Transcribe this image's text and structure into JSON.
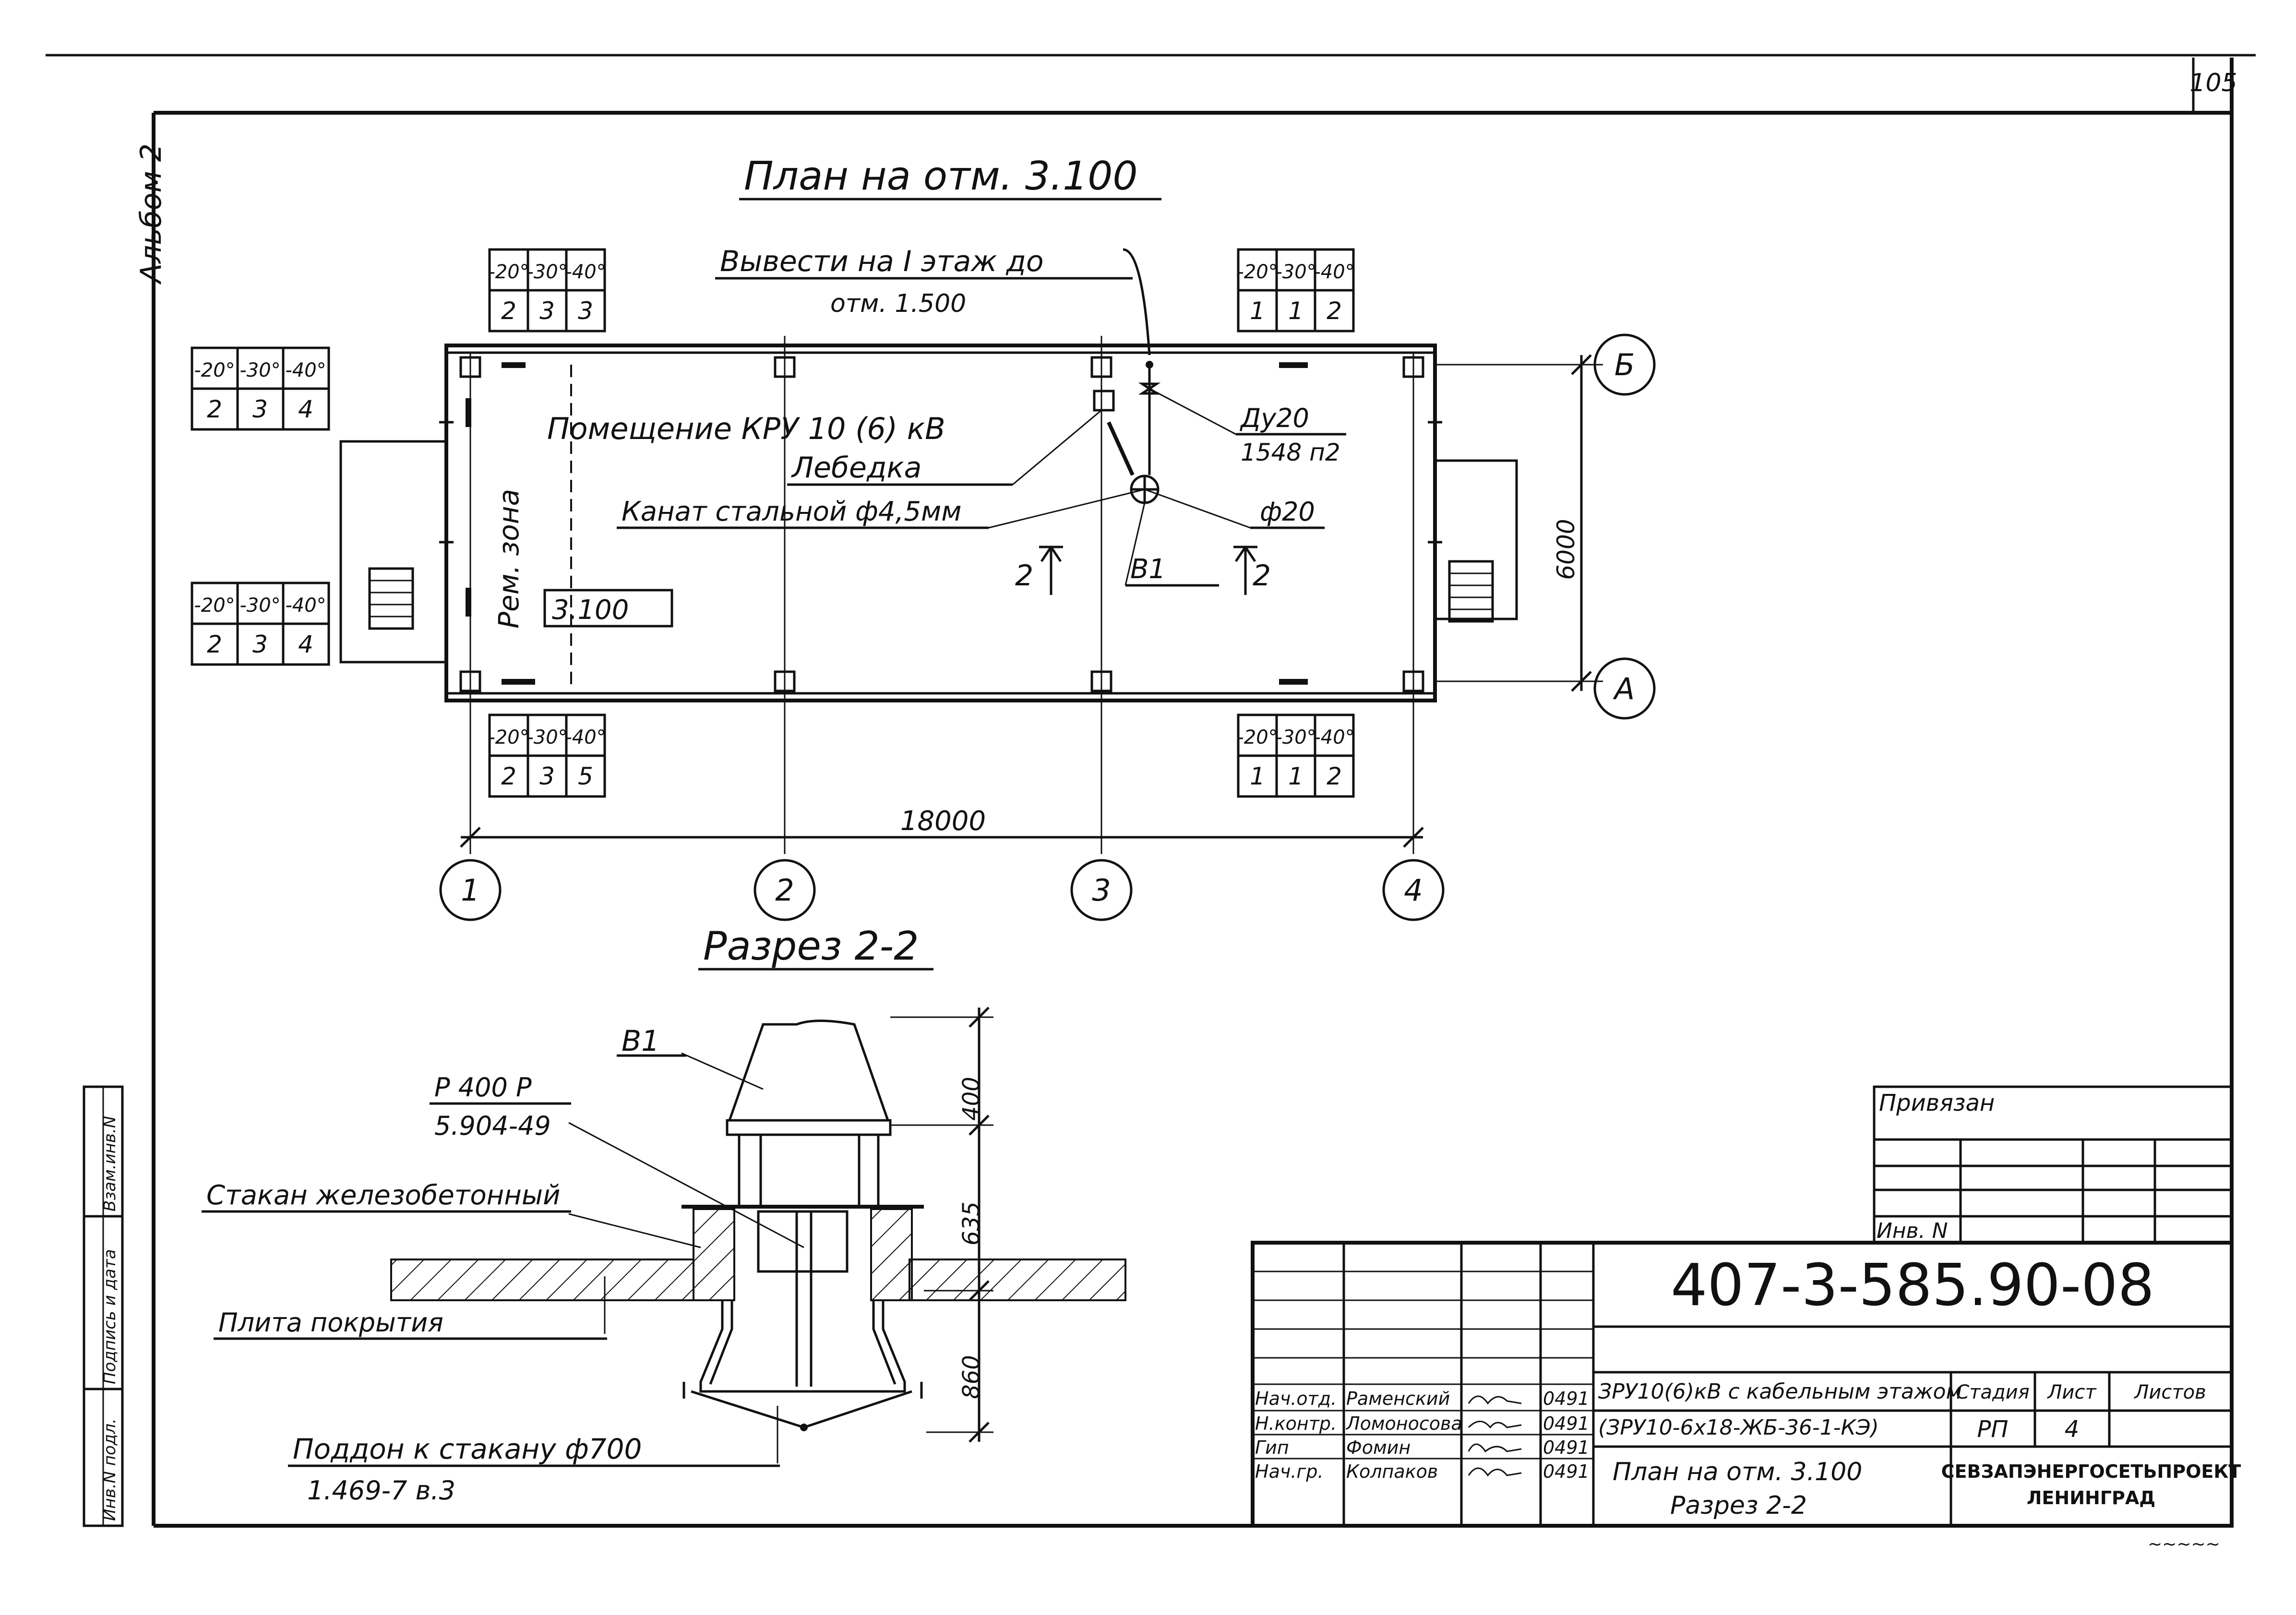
{
  "sheet": {
    "sheet_number": "105",
    "album": "Альбом 2",
    "bottom_mark": "~~~~~"
  },
  "plan": {
    "title": "План на отм. 3.100",
    "room_label": "Помещение КРУ 10 (6) кВ",
    "repair_zone": "Рем. зона",
    "elevation_box": "3.100",
    "output_note_line1": "Вывести на I этаж до",
    "output_note_line2": "отм. 1.500",
    "duct_label_1": "Ду20",
    "duct_label_2": "1548 п2",
    "hoist_label": "Лебедка",
    "rope_label": "Канат стальной ф4,5мм",
    "pipe_label": "ф20",
    "vent_label": "В1",
    "cut_left": "2",
    "cut_right": "2",
    "dim_length": "18000",
    "dim_width": "6000",
    "axes_x": [
      "1",
      "2",
      "3",
      "4"
    ],
    "axes_y": [
      "Б",
      "А"
    ],
    "temp_tables": [
      {
        "id": "top-left",
        "headers": [
          "-20°",
          "-30°",
          "-40°"
        ],
        "values": [
          "2",
          "3",
          "3"
        ]
      },
      {
        "id": "top-right",
        "headers": [
          "-20°",
          "-30°",
          "-40°"
        ],
        "values": [
          "1",
          "1",
          "2"
        ]
      },
      {
        "id": "left-upper",
        "headers": [
          "-20°",
          "-30°",
          "-40°"
        ],
        "values": [
          "2",
          "3",
          "4"
        ]
      },
      {
        "id": "left-lower",
        "headers": [
          "-20°",
          "-30°",
          "-40°"
        ],
        "values": [
          "2",
          "3",
          "4"
        ]
      },
      {
        "id": "bottom-left",
        "headers": [
          "-20°",
          "-30°",
          "-40°"
        ],
        "values": [
          "2",
          "3",
          "5"
        ]
      },
      {
        "id": "bottom-right",
        "headers": [
          "-20°",
          "-30°",
          "-40°"
        ],
        "values": [
          "1",
          "1",
          "2"
        ]
      }
    ]
  },
  "section": {
    "title": "Разрез 2-2",
    "vent_label": "В1",
    "valve_label_1": "Р 400 Р",
    "valve_label_2": "5.904-49",
    "sleeve_label": "Стакан железобетонный",
    "slab_label": "Плита покрытия",
    "tray_label_1": "Поддон к стакану ф700",
    "tray_label_2": "1.469-7 в.3",
    "dims": [
      "400",
      "635",
      "860"
    ]
  },
  "side_stamp": {
    "cells": [
      "Инв.N подл.",
      "Подпись и дата",
      "Взам.инв.N"
    ]
  },
  "title_block": {
    "attached": "Привязан",
    "inv_label": "Инв. N",
    "doc_code": "407-3-585.90-08",
    "project_line1": "ЗРУ10(6)кВ с кабельным этажом",
    "project_line2": "(ЗРУ10-6х18-ЖБ-36-1-КЭ)",
    "sheet_title_1": "План на отм. 3.100",
    "sheet_title_2": "Разрез 2-2",
    "stage_header": "Стадия",
    "sheet_header": "Лист",
    "sheets_header": "Листов",
    "stage": "РП",
    "sheet": "4",
    "sheets": "",
    "org_1": "СЕВЗАПЭНЕРГОСЕТЬПРОЕКТ",
    "org_2": "ЛЕНИНГРАД",
    "signatures": [
      {
        "role": "Нач.отд.",
        "name": "Раменский",
        "date": "0491"
      },
      {
        "role": "Н.контр.",
        "name": "Ломоносова",
        "date": "0491"
      },
      {
        "role": "Гип",
        "name": "Фомин",
        "date": "0491"
      },
      {
        "role": "Нач.гр.",
        "name": "Колпаков",
        "date": "0491"
      }
    ]
  }
}
